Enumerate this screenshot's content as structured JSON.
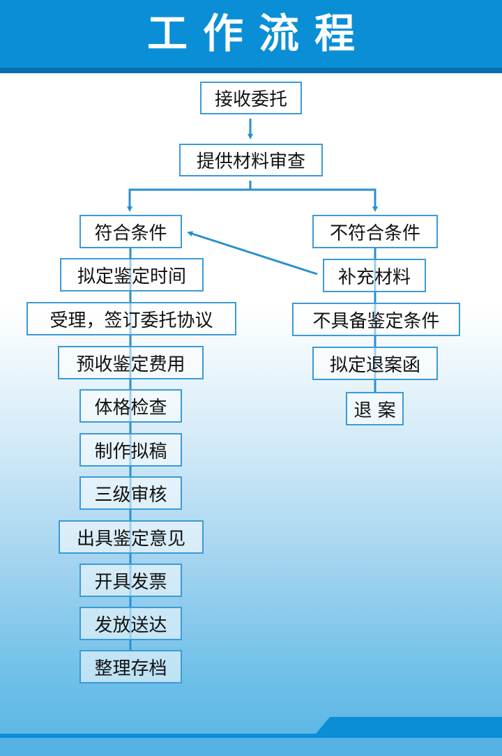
{
  "title": "工作流程",
  "top": [
    "接收委托",
    "提供材料审查"
  ],
  "left_branch": [
    "符合条件",
    "拟定鉴定时间",
    "受理，签订委托协议",
    "预收鉴定费用",
    "体格检查",
    "制作拟稿",
    "三级审核",
    "出具鉴定意见",
    "开具发票",
    "发放送达",
    "整理存档"
  ],
  "right_branch": [
    "不符合条件",
    "补充材料",
    "不具备鉴定条件",
    "拟定退案函",
    "退 案"
  ],
  "colors": {
    "header": "#0a8fd6",
    "line": "#2a8fd0",
    "border": "#3b9ad6"
  }
}
